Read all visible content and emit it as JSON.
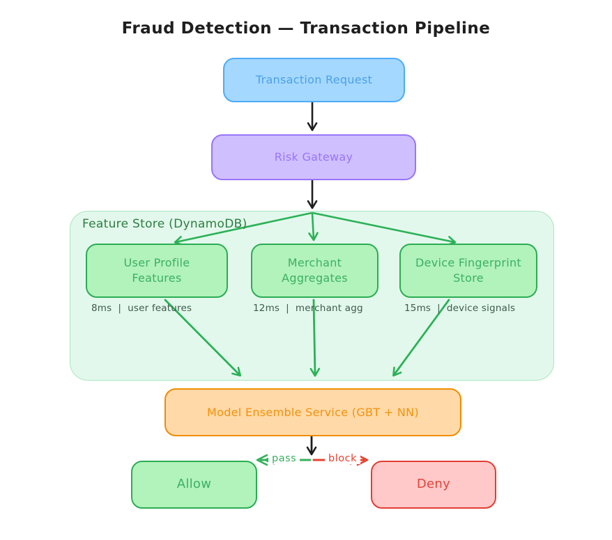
{
  "title": "Fraud Detection — Transaction Pipeline",
  "nodes": {
    "transaction_request": {
      "label": "Transaction Request"
    },
    "risk_gateway": {
      "label": "Risk Gateway"
    },
    "feature_store_group": {
      "label": "Feature Store (DynamoDB)"
    },
    "user_profile_features": {
      "label": "User Profile Features",
      "metric": "8ms  |  user features"
    },
    "merchant_aggregates": {
      "label": "Merchant Aggregates",
      "metric": "12ms  |  merchant agg"
    },
    "device_fingerprint_store": {
      "label": "Device Fingerprint Store",
      "metric": "15ms  |  device signals"
    },
    "model_ensemble": {
      "label": "Model Ensemble Service (GBT + NN)"
    },
    "allow": {
      "label": "Allow"
    },
    "deny": {
      "label": "Deny"
    }
  },
  "edge_labels": {
    "pass": "pass",
    "block": "block"
  },
  "colors": {
    "ink": "#1e1e1e",
    "blue_fill": "#a5d8ff",
    "blue_stroke": "#4dabf7",
    "purple_fill": "#d0bfff",
    "purple_stroke": "#9775fa",
    "green_fill": "#b2f2bb",
    "green_stroke": "#2aad53",
    "group_fill": "#e3f8ec",
    "group_stroke": "#a8e6c0",
    "orange_fill": "#ffd9a8",
    "orange_stroke": "#f08c00",
    "red_fill": "#ffc9c9",
    "red_stroke": "#e23d33",
    "pass_label": "#36b15c",
    "block_label": "#e8402e"
  }
}
